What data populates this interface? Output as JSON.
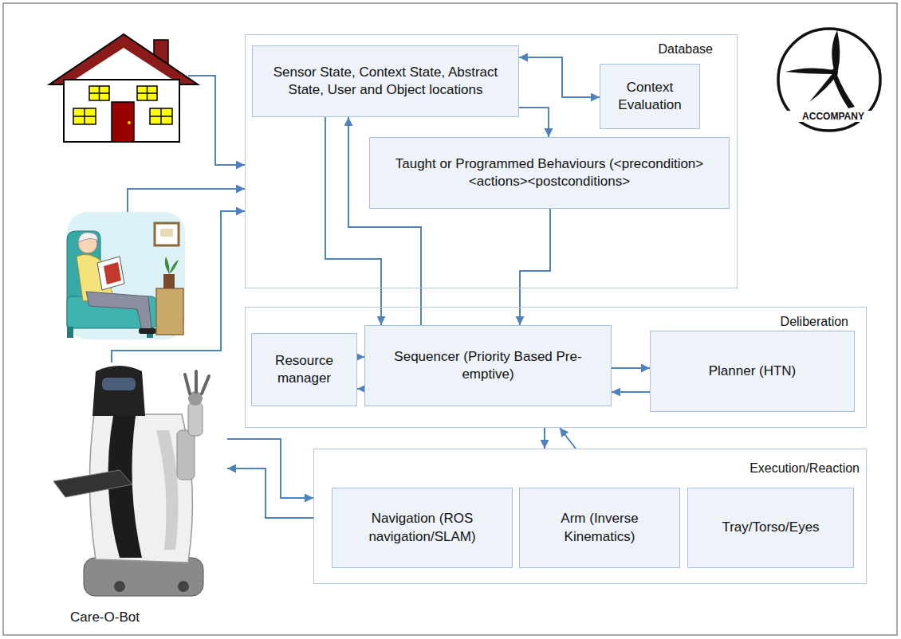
{
  "diagram": {
    "nodes": [
      {
        "text": [
          "Database"
        ]
      },
      {
        "text": [
          "Sensor State, Context State, Abstract State, User and Object locations"
        ],
        "in": 0
      },
      {
        "text": [
          "Context Evaluation"
        ],
        "in": 0
      },
      {
        "text": [
          "Taught or Programmed Behaviours (<precondition><actions><postconditions>"
        ],
        "in": 0
      },
      {
        "text": [
          "Deliberation"
        ]
      },
      {
        "text": [
          "Resource manager"
        ],
        "in": 4
      },
      {
        "text": [
          "Sequencer (Priority Based Pre-emptive)"
        ],
        "in": 4
      },
      {
        "text": [
          "Planner (HTN)"
        ],
        "in": 4
      },
      {
        "text": [
          "Execution/Reaction"
        ]
      },
      {
        "text": [
          "Navigation (ROS navigation/SLAM)"
        ],
        "in": 8
      },
      {
        "text": [
          "Arm (Inverse Kinematics)"
        ],
        "in": 8
      },
      {
        "text": [
          "Tray/Torso/Eyes"
        ],
        "in": 8
      },
      {
        "text": [
          "Care-O-Bot"
        ]
      }
    ],
    "edges": [
      {
        "from": 1,
        "to": 2,
        "arrow": "both"
      },
      {
        "from": 1,
        "to": 3,
        "arrow": "to"
      },
      {
        "from": 1,
        "to": 6,
        "arrow": "to"
      },
      {
        "from": 6,
        "to": 1,
        "arrow": "to"
      },
      {
        "from": 3,
        "to": 6,
        "arrow": "to"
      },
      {
        "from": 5,
        "to": 6,
        "arrow": "to"
      },
      {
        "from": 6,
        "to": 5,
        "arrow": "to"
      },
      {
        "from": 6,
        "to": 7,
        "arrow": "to"
      },
      {
        "from": 7,
        "to": 6,
        "arrow": "to"
      },
      {
        "from": 4,
        "to": 8,
        "arrow": "to"
      },
      {
        "from": 8,
        "to": 4,
        "arrow": "to"
      },
      {
        "from": 12,
        "to": 0,
        "arrow": "to"
      },
      {
        "from": 12,
        "to": 8,
        "arrow": "to"
      },
      {
        "from": 8,
        "to": 12,
        "arrow": "to"
      }
    ],
    "labels": [
      "ACCOMPANY"
    ]
  }
}
